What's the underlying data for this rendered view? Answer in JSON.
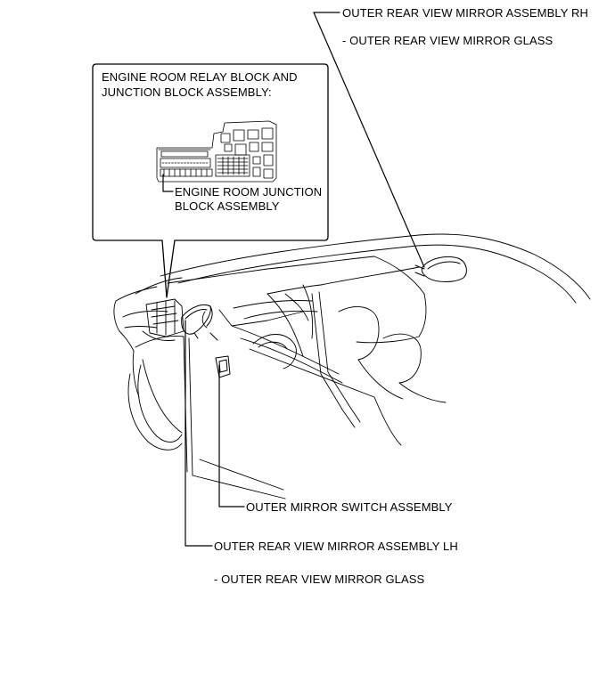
{
  "colors": {
    "line": "#000000",
    "background": "#ffffff"
  },
  "callouts": {
    "mirror_rh": {
      "title": "OUTER REAR VIEW MIRROR ASSEMBLY RH",
      "sub": "- OUTER REAR VIEW MIRROR GLASS"
    },
    "relay_block": {
      "line1": "ENGINE ROOM RELAY BLOCK AND",
      "line2": "JUNCTION BLOCK ASSEMBLY:"
    },
    "junction_block": {
      "line1": "ENGINE ROOM JUNCTION",
      "line2": "BLOCK ASSEMBLY"
    },
    "mirror_switch": {
      "title": "OUTER MIRROR SWITCH ASSEMBLY"
    },
    "mirror_lh": {
      "title": "OUTER REAR VIEW MIRROR ASSEMBLY LH",
      "sub": "- OUTER REAR VIEW MIRROR GLASS"
    }
  }
}
